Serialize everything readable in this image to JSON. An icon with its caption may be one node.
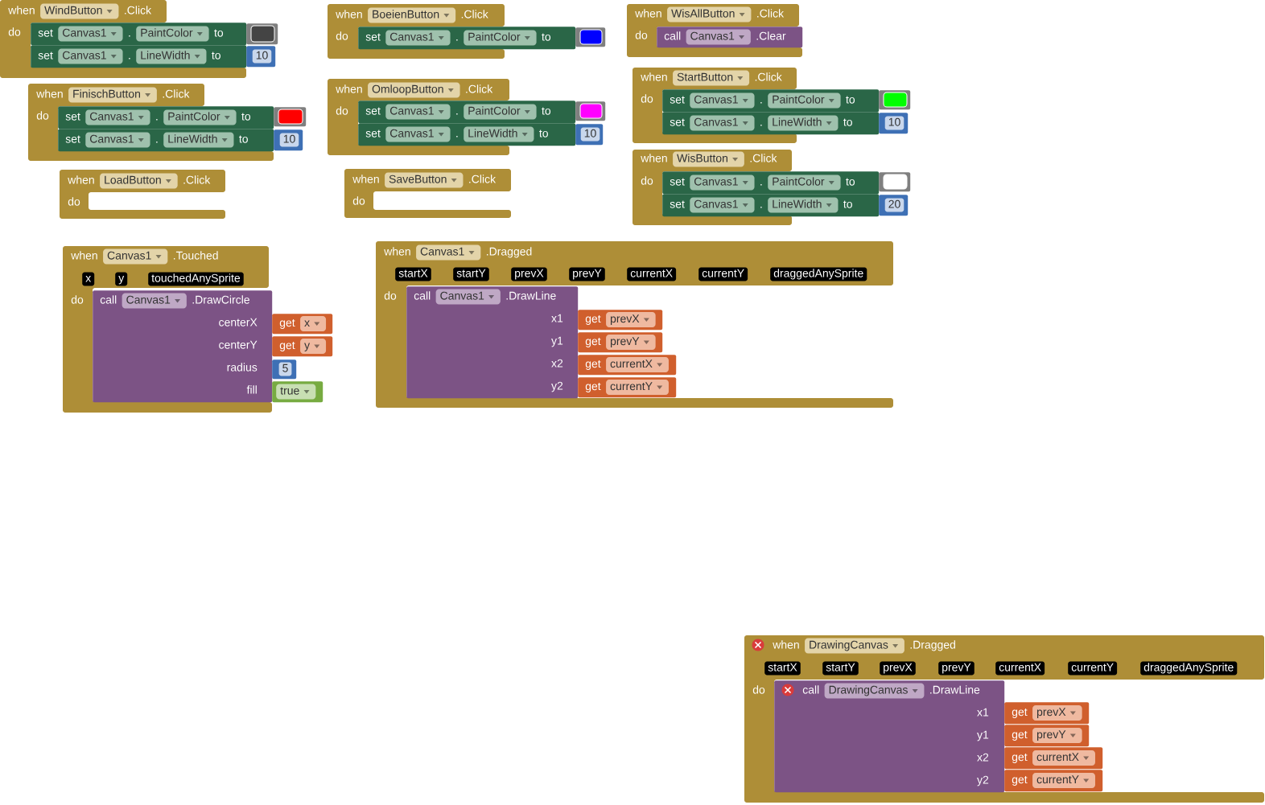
{
  "diagram": {
    "nodes": [
      {
        "text": [
          "when",
          "WindButton",
          ".Click",
          "do"
        ]
      },
      {
        "text": [
          "set",
          "Canvas1",
          ".",
          "PaintColor",
          "to"
        ],
        "in": 0
      },
      {
        "text": [],
        "shape": "box"
      },
      {
        "text": [
          "set",
          "Canvas1",
          ".",
          "LineWidth",
          "to"
        ],
        "in": 0
      },
      {
        "text": [
          "10"
        ]
      },
      {
        "text": [
          "when",
          "FinischButton",
          ".Click",
          "do"
        ]
      },
      {
        "text": [
          "set",
          "Canvas1",
          ".",
          "PaintColor",
          "to"
        ],
        "in": 5
      },
      {
        "text": [],
        "shape": "box"
      },
      {
        "text": [
          "set",
          "Canvas1",
          ".",
          "LineWidth",
          "to"
        ],
        "in": 5
      },
      {
        "text": [
          "10"
        ]
      },
      {
        "text": [
          "when",
          "LoadButton",
          ".Click",
          "do"
        ]
      },
      {
        "text": [
          "when",
          "BoeienButton",
          ".Click",
          "do"
        ]
      },
      {
        "text": [
          "set",
          "Canvas1",
          ".",
          "PaintColor",
          "to"
        ]
      },
      {
        "text": [],
        "shape": "box"
      },
      {
        "text": [
          "when",
          "OmloopButton",
          ".Click",
          "do"
        ]
      },
      {
        "text": [
          "set",
          "Canvas1",
          ".",
          "PaintColor",
          "to"
        ]
      },
      {
        "text": [],
        "shape": "box"
      },
      {
        "text": [
          "set",
          "Canvas1",
          ".",
          "LineWidth",
          "to"
        ]
      },
      {
        "text": [
          "10"
        ]
      },
      {
        "text": [
          "when",
          "SaveButton",
          ".Click",
          "do"
        ]
      },
      {
        "text": [
          "when",
          "WisAllButton",
          ".Click",
          "do"
        ]
      },
      {
        "text": [
          "call",
          "Canvas1",
          ".Clear"
        ],
        "in": 20
      },
      {
        "text": [
          "when",
          "StartButton",
          ".Click",
          "do"
        ]
      },
      {
        "text": [
          "set",
          "Canvas1",
          ".",
          "PaintColor",
          "to"
        ]
      },
      {
        "text": [],
        "shape": "box"
      },
      {
        "text": [
          "set",
          "Canvas1",
          ".",
          "LineWidth",
          "to"
        ]
      },
      {
        "text": [
          "10"
        ]
      },
      {
        "text": [
          "when",
          "WisButton",
          ".Click",
          "do"
        ]
      },
      {
        "text": [
          "set",
          "Canvas1",
          ".",
          "PaintColor",
          "to"
        ]
      },
      {
        "text": [],
        "shape": "box"
      },
      {
        "text": [
          "set",
          "Canvas1",
          ".",
          "LineWidth",
          "to"
        ]
      },
      {
        "text": [
          "20"
        ]
      },
      {
        "text": [
          "when",
          "Canvas1",
          ".Touched",
          "x",
          "y",
          "touchedAnySprite",
          "do"
        ]
      },
      {
        "text": [
          "call",
          "Canvas1",
          ".DrawCircle",
          "centerX",
          "centerY",
          "radius",
          "fill"
        ],
        "in": 32
      },
      {
        "text": [
          "get",
          "x"
        ]
      },
      {
        "text": [
          "get",
          "y"
        ]
      },
      {
        "text": [
          "5"
        ]
      },
      {
        "text": [
          "true"
        ]
      },
      {
        "text": [
          "when",
          "Canvas1",
          ".Dragged",
          "startX",
          "startY",
          "prevX",
          "prevY",
          "currentX",
          "currentY",
          "draggedAnySprite",
          "do"
        ]
      },
      {
        "text": [
          "call",
          "Canvas1",
          ".DrawLine",
          "x1",
          "y1",
          "x2",
          "y2"
        ],
        "in": 38
      },
      {
        "text": [
          "get",
          "prevX"
        ],
        "in": 38
      },
      {
        "text": [
          "get",
          "prevY"
        ],
        "in": 38
      },
      {
        "text": [
          "get",
          "currentX"
        ],
        "in": 38
      },
      {
        "text": [
          "get",
          "currentY"
        ],
        "in": 38
      },
      {
        "text": [
          "when",
          "DrawingCanvas",
          ".Dragged",
          "startX",
          "startY",
          "prevX",
          "prevY",
          "currentX",
          "currentY",
          "draggedAnySprite",
          "do"
        ]
      },
      {
        "text": [
          "call",
          "DrawingCanvas",
          ".DrawLine",
          "x1",
          "y1",
          "x2",
          "y2"
        ],
        "in": 44
      },
      {
        "text": [
          "get",
          "prevX"
        ],
        "in": 44
      },
      {
        "text": [
          "get",
          "prevY"
        ],
        "in": 44
      },
      {
        "text": [
          "get",
          "currentX"
        ],
        "in": 44
      },
      {
        "text": [
          "get",
          "currentY"
        ],
        "in": 44
      }
    ]
  }
}
